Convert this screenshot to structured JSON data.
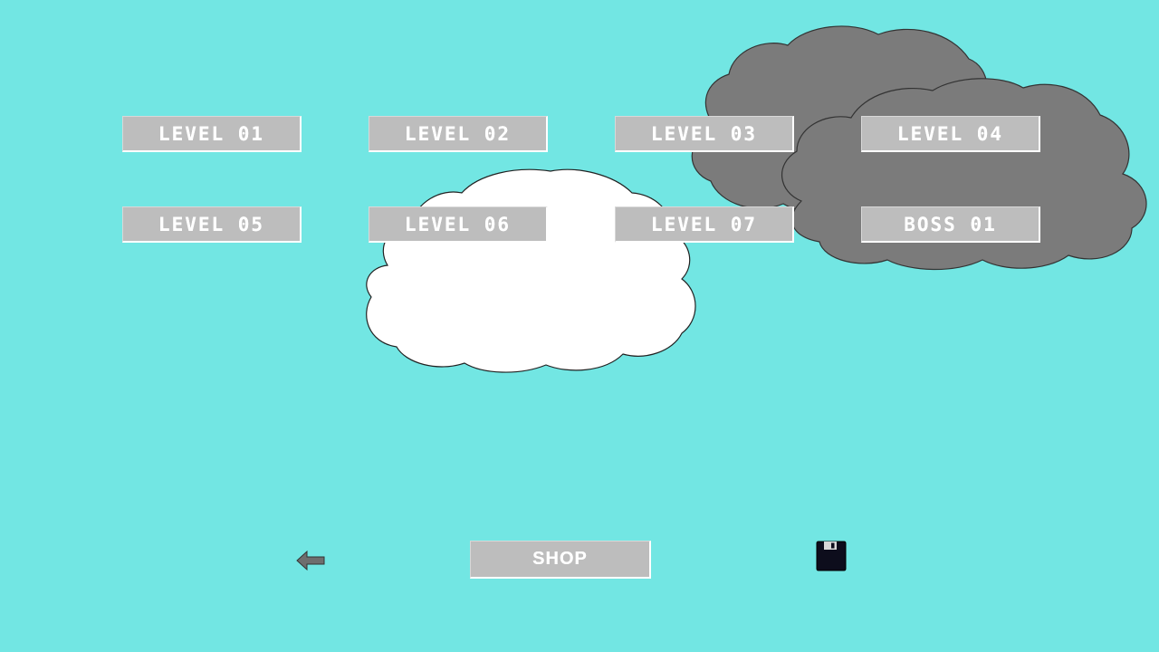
{
  "level_select": {
    "buttons": [
      {
        "label": "LEVEL 01"
      },
      {
        "label": "LEVEL 02"
      },
      {
        "label": "LEVEL 03"
      },
      {
        "label": "LEVEL 04"
      },
      {
        "label": "LEVEL 05"
      },
      {
        "label": "LEVEL 06"
      },
      {
        "label": "LEVEL 07"
      },
      {
        "label": "BOSS 01"
      }
    ]
  },
  "bottom_bar": {
    "shop_label": "SHOP",
    "back_icon": "arrow-left-icon",
    "save_icon": "floppy-disk-icon"
  },
  "colors": {
    "sky": "#72e6e3",
    "button": "#bdbdbd",
    "button_text": "#ffffff",
    "storm_cloud": "#7b7b7b",
    "white_cloud": "#ffffff"
  }
}
